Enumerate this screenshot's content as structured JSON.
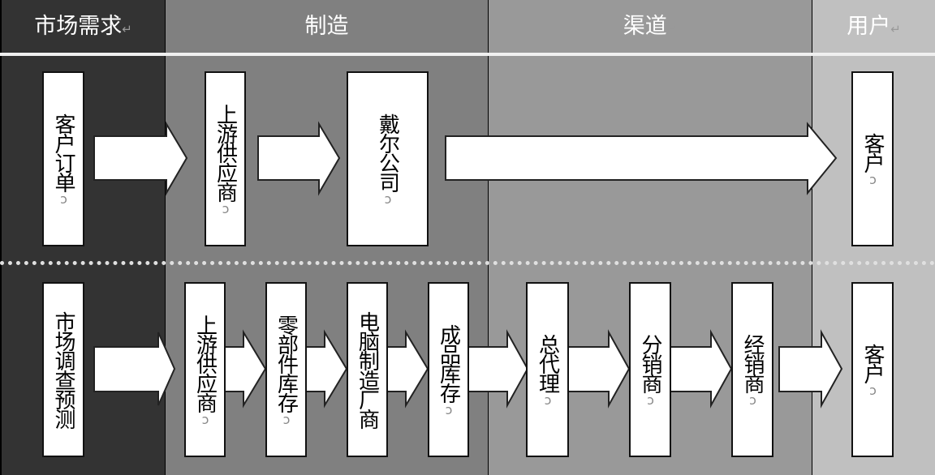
{
  "columns": [
    {
      "label": "市场需求",
      "color": "#333333"
    },
    {
      "label": "制造",
      "color": "#808080"
    },
    {
      "label": "渠道",
      "color": "#999999"
    },
    {
      "label": "用户",
      "color": "#c0c0c0"
    }
  ],
  "paragraph_mark": "↵",
  "box_mark": "ↄ",
  "top_row": [
    "客户订单",
    "上游供应商",
    "戴尔公司",
    "客户"
  ],
  "bottom_row": [
    "市场调查预测",
    "上游供应商",
    "零部件库存",
    "电脑制造厂商",
    "成品库存",
    "总代理",
    "分销商",
    "经销商",
    "客户"
  ]
}
